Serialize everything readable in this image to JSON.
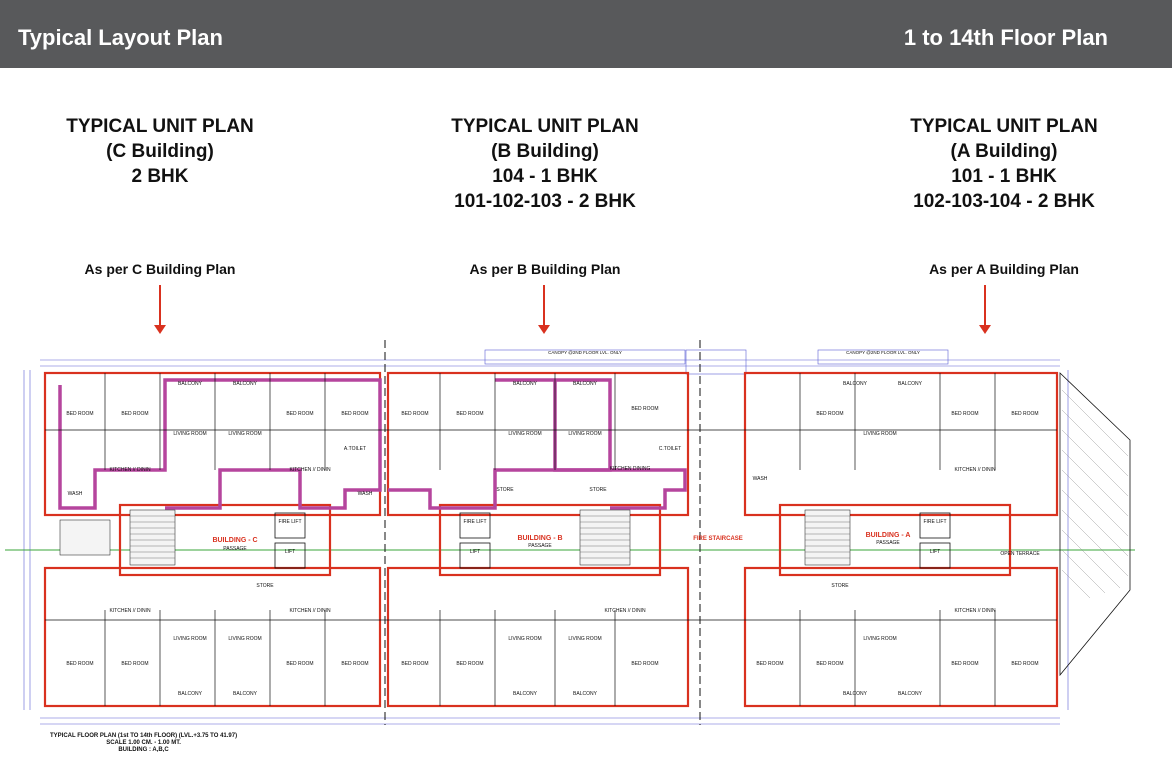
{
  "header": {
    "title": "Typical Layout Plan",
    "subtitle": "1 to 14th Floor Plan"
  },
  "columns": {
    "c": {
      "line1": "TYPICAL UNIT PLAN",
      "line2": "(C Building)",
      "line3": "2 BHK",
      "line4": "",
      "note": "As per C Building Plan"
    },
    "b": {
      "line1": "TYPICAL UNIT PLAN",
      "line2": "(B Building)",
      "line3": "104 - 1 BHK",
      "line4": "101-102-103 - 2 BHK",
      "note": "As per B Building Plan"
    },
    "a": {
      "line1": "TYPICAL UNIT PLAN",
      "line2": "(A Building)",
      "line3": "101 - 1 BHK",
      "line4": "102-103-104 - 2 BHK",
      "note": "As per A Building Plan"
    }
  },
  "plan": {
    "building_c": "BUILDING - C",
    "building_b": "BUILDING - B",
    "building_a": "BUILDING - A",
    "fire_staircase": "FIRE STAIRCASE",
    "passage": "PASSAGE",
    "canopy": "CANOPY @2ND FLOOR LVL. ONLY",
    "open_terrace": "OPEN TERRACE",
    "fire_lift": "FIRE LIFT",
    "lift": "LIFT",
    "rooms": {
      "bed_room": "BED ROOM",
      "living_room": "LIVING ROOM",
      "kitchen_dinin": "KITCHEN // DININ",
      "kitchen_dining": "KITCHEN DINING",
      "balcony": "BALCONY",
      "store": "STORE",
      "wash": "WASH",
      "a_toilet": "A.TOILET",
      "c_toilet": "C.TOILET"
    }
  },
  "caption": {
    "line1": "TYPICAL FLOOR PLAN (1st TO 14th FLOOR) (LVL.+3.75 TO 41.97)",
    "line2": "SCALE 1.00 CM. - 1.00 MT.",
    "line3": "BUILDING : A,B,C"
  },
  "colors": {
    "header_bg": "#58595b",
    "wall_red": "#d9311f",
    "unit_purple": "#b5459d",
    "dim_blue": "#5b5fd6",
    "axis_green": "#3aa53a"
  }
}
